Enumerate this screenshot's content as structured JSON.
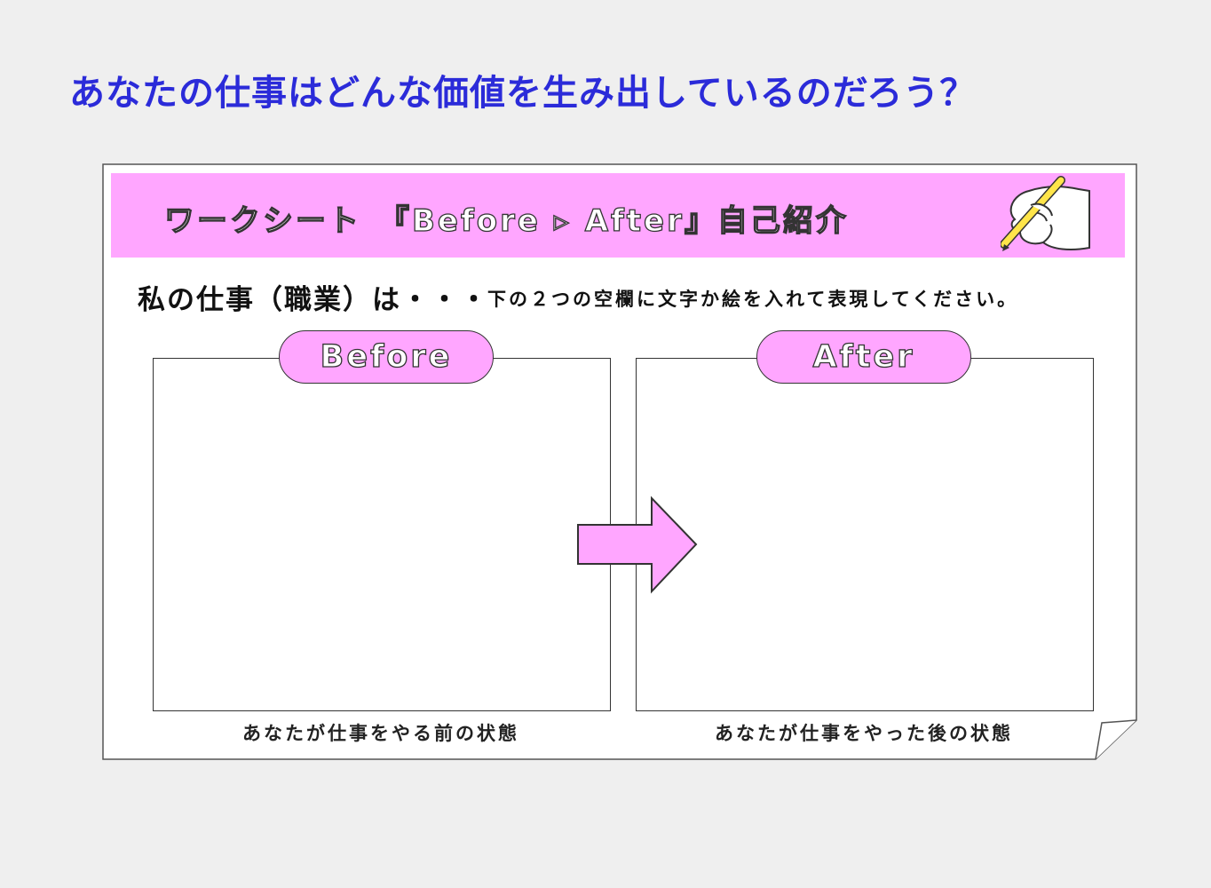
{
  "main_title": "あなたの仕事はどんな価値を生み出しているのだろう？",
  "worksheet": {
    "banner_title": "ワークシート　『Before ▹ After』自己紹介",
    "job_label": "私の仕事（職業）は・・・",
    "instruction": "下の２つの空欄に文字か絵を入れて表現してください。",
    "before": {
      "label": "Before",
      "caption": "あなたが仕事をやる前の状態"
    },
    "after": {
      "label": "After",
      "caption": "あなたが仕事をやった後の状態"
    }
  },
  "colors": {
    "title_blue": "#2b2bd9",
    "banner_pink": "#ffa6ff",
    "pencil_yellow": "#ffe54a"
  },
  "icons": {
    "banner": "hand-pencil-icon",
    "transition": "right-arrow-icon"
  }
}
